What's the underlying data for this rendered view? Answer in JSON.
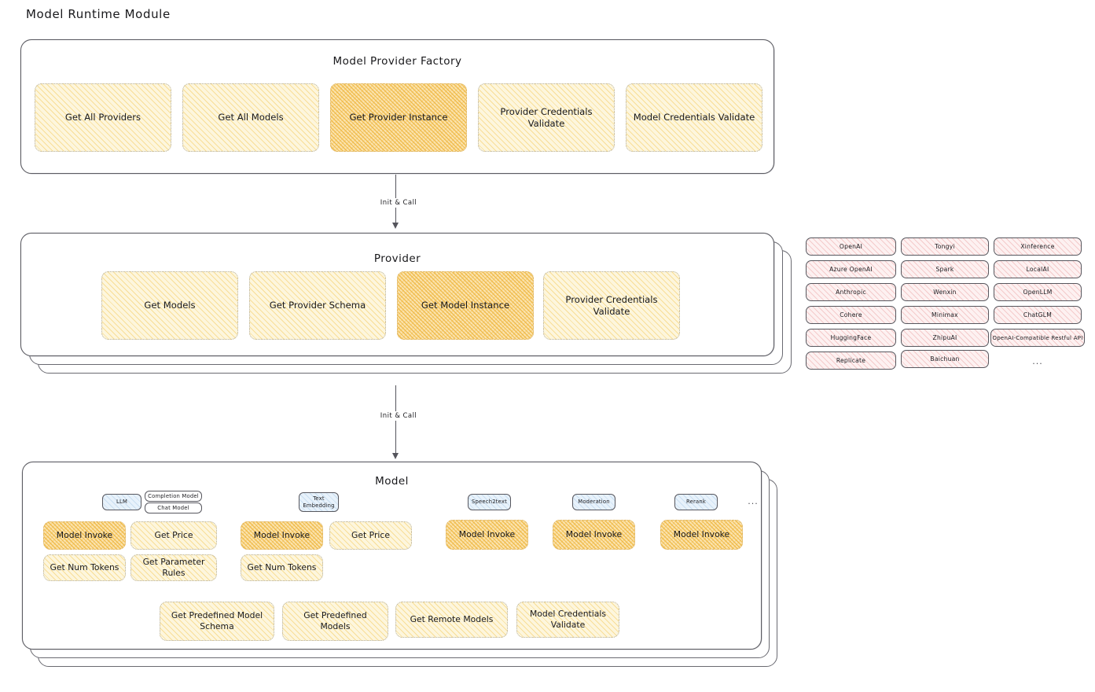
{
  "page": {
    "title": "Model Runtime Module"
  },
  "colors": {
    "node_fill": "#fdf6dd",
    "node_highlight_fill": "#fbe3ae",
    "provider_pill_fill": "#fdf1f1",
    "model_chip_fill": "#e8f2fb",
    "stroke": "#55555c",
    "canvas": "#ffffff"
  },
  "factory": {
    "title": "Model Provider Factory",
    "nodes": [
      {
        "label": "Get All Providers",
        "highlighted": false
      },
      {
        "label": "Get All Models",
        "highlighted": false
      },
      {
        "label": "Get Provider Instance",
        "highlighted": true
      },
      {
        "label": "Provider Credentials Validate",
        "highlighted": false
      },
      {
        "label": "Model Credentials Validate",
        "highlighted": false
      }
    ]
  },
  "connectors": [
    {
      "label": "Init & Call",
      "from": "Model Provider Factory",
      "to": "Provider"
    },
    {
      "label": "Init & Call",
      "from": "Provider",
      "to": "Model"
    }
  ],
  "provider": {
    "title": "Provider",
    "nodes": [
      {
        "label": "Get Models",
        "highlighted": false
      },
      {
        "label": "Get Provider Schema",
        "highlighted": false
      },
      {
        "label": "Get Model Instance",
        "highlighted": true
      },
      {
        "label": "Provider Credentials Validate",
        "highlighted": false
      }
    ]
  },
  "provider_list": {
    "columns": [
      [
        "OpenAI",
        "Azure OpenAI",
        "Anthropic",
        "Cohere",
        "HuggingFace",
        "Replicate"
      ],
      [
        "Tongyi",
        "Spark",
        "Wenxin",
        "Minimax",
        "ZhipuAI",
        "Baichuan"
      ],
      [
        "Xinference",
        "LocalAI",
        "OpenLLM",
        "ChatGLM",
        "OpenAI-Compatible Restful API"
      ]
    ],
    "more": "..."
  },
  "model": {
    "title": "Model",
    "more": "...",
    "types": [
      {
        "name": "LLM",
        "sub_types": [
          "Completion Model",
          "Chat Model"
        ],
        "methods_row1": [
          {
            "label": "Model Invoke",
            "highlighted": true
          },
          {
            "label": "Get Price",
            "highlighted": false
          }
        ],
        "methods_row2": [
          {
            "label": "Get Num Tokens",
            "highlighted": false
          },
          {
            "label": "Get Parameter Rules",
            "highlighted": false
          }
        ]
      },
      {
        "name": "Text Embedding",
        "sub_types": [],
        "methods_row1": [
          {
            "label": "Model Invoke",
            "highlighted": true
          },
          {
            "label": "Get Price",
            "highlighted": false
          }
        ],
        "methods_row2": [
          {
            "label": "Get Num Tokens",
            "highlighted": false
          }
        ]
      },
      {
        "name": "Speech2text",
        "sub_types": [],
        "methods_row1": [
          {
            "label": "Model Invoke",
            "highlighted": true
          }
        ],
        "methods_row2": []
      },
      {
        "name": "Moderation",
        "sub_types": [],
        "methods_row1": [
          {
            "label": "Model Invoke",
            "highlighted": true
          }
        ],
        "methods_row2": []
      },
      {
        "name": "Rerank",
        "sub_types": [],
        "methods_row1": [
          {
            "label": "Model Invoke",
            "highlighted": true
          }
        ],
        "methods_row2": []
      }
    ],
    "common_methods": [
      {
        "label": "Get Predefined Model Schema",
        "highlighted": false
      },
      {
        "label": "Get Predefined Models",
        "highlighted": false
      },
      {
        "label": "Get Remote Models",
        "highlighted": false
      },
      {
        "label": "Model Credentials Validate",
        "highlighted": false
      }
    ]
  }
}
